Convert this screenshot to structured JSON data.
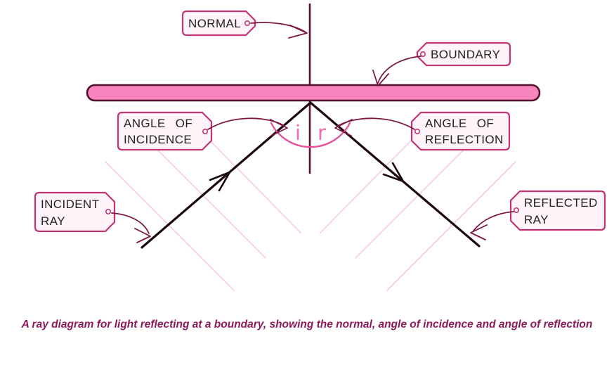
{
  "diagram": {
    "labels": {
      "normal": "NORMAL",
      "boundary": "BOUNDARY",
      "angle_of_incidence": {
        "line1": "ANGLE OF",
        "line2": "INCIDENCE"
      },
      "angle_of_reflection": {
        "line1": "ANGLE OF",
        "line2": "REFLECTION"
      },
      "incident_ray": {
        "line1": "INCIDENT",
        "line2": "RAY"
      },
      "reflected_ray": {
        "line1": "REFLECTED",
        "line2": "RAY"
      },
      "angle_i": "i",
      "angle_r": "r"
    },
    "caption": "A ray diagram for light reflecting at a boundary, showing the normal, angle of incidence and angle of reflection",
    "colors": {
      "boundary_fill": "#f884be",
      "boundary_border": "#52102e",
      "normal_line": "#5c1133",
      "ray": "#1d0712",
      "tag_border": "#c23574",
      "tag_fill": "#fdf3f9",
      "tag_text": "#232323",
      "connector": "#7c1843",
      "angle_arc": "#e4539b",
      "angle_letter": "#ef6fae",
      "faint_line": "#f8cde4",
      "caption_text": "#8d1b5b"
    }
  }
}
